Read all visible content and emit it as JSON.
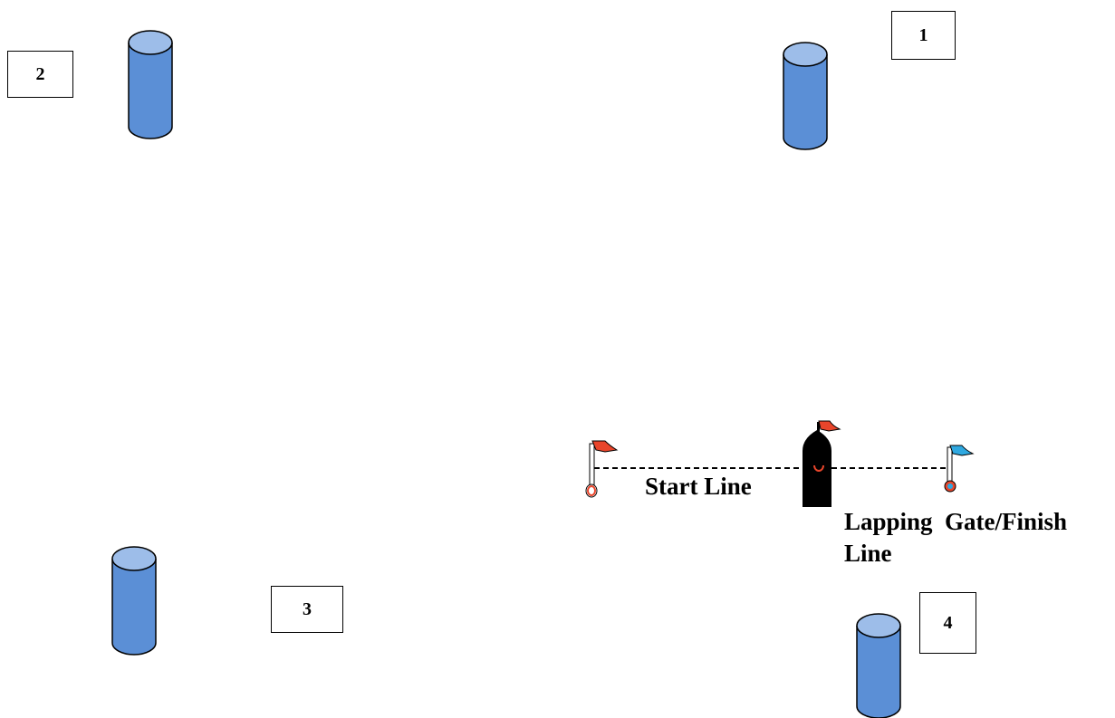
{
  "marks": [
    {
      "label": "1"
    },
    {
      "label": "2"
    },
    {
      "label": "3"
    },
    {
      "label": "4"
    }
  ],
  "labels": {
    "start_line": "Start Line",
    "lapping_gate_line1": "Lapping  Gate/Finish",
    "lapping_gate_line2": "Line"
  },
  "colors": {
    "buoy_body": "#5b8fd6",
    "buoy_top": "#9dbde9",
    "flag_red": "#e8452b",
    "flag_blue": "#2fa8e0",
    "committee_boat": "#000000"
  }
}
